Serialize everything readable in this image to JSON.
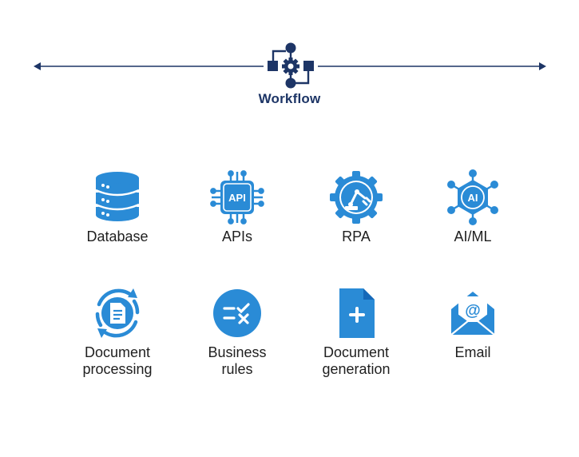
{
  "header": {
    "title": "Workflow",
    "icon": "workflow-gear-icon"
  },
  "colors": {
    "navy": "#1d3566",
    "blue": "#2a8bd6",
    "dark_blue": "#1568b8",
    "text": "#1f1f1f"
  },
  "items": [
    {
      "label": "Database",
      "icon": "database-icon"
    },
    {
      "label": "APIs",
      "icon": "api-chip-icon",
      "icon_text": "API"
    },
    {
      "label": "RPA",
      "icon": "robot-arm-gear-icon"
    },
    {
      "label": "AI/ML",
      "icon": "ai-network-icon",
      "icon_text": "AI"
    },
    {
      "label": "Document\nprocessing",
      "icon": "document-cycle-icon"
    },
    {
      "label": "Business\nrules",
      "icon": "rules-checklist-icon"
    },
    {
      "label": "Document\ngeneration",
      "icon": "document-plus-icon"
    },
    {
      "label": "Email",
      "icon": "email-at-icon",
      "icon_text": "@"
    }
  ]
}
